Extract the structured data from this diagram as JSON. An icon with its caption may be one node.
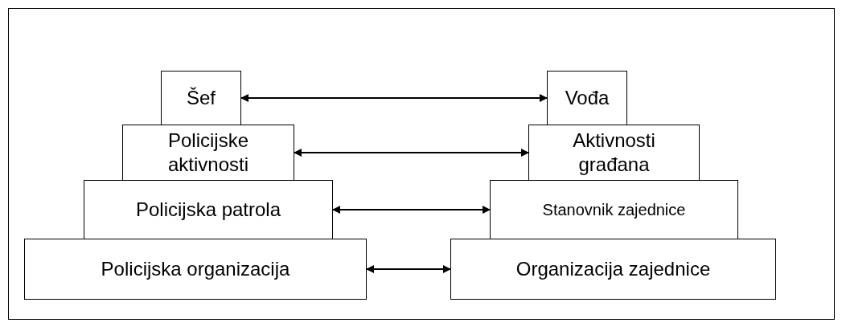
{
  "diagram": {
    "nodes": [
      {
        "text": [
          "Šef"
        ]
      },
      {
        "text": [
          "Vođa"
        ]
      },
      {
        "text": [
          "Policijske aktivnosti"
        ]
      },
      {
        "text": [
          "Aktivnosti građana"
        ]
      },
      {
        "text": [
          "Policijska patrola"
        ]
      },
      {
        "text": [
          "Stanovnik zajednice"
        ]
      },
      {
        "text": [
          "Policijska organizacija"
        ]
      },
      {
        "text": [
          "Organizacija zajednice"
        ]
      }
    ],
    "edges": [
      {
        "from": 0,
        "to": 1,
        "arrow": "both"
      },
      {
        "from": 2,
        "to": 3,
        "arrow": "both"
      },
      {
        "from": 4,
        "to": 5,
        "arrow": "both"
      },
      {
        "from": 6,
        "to": 7,
        "arrow": "both"
      }
    ]
  }
}
